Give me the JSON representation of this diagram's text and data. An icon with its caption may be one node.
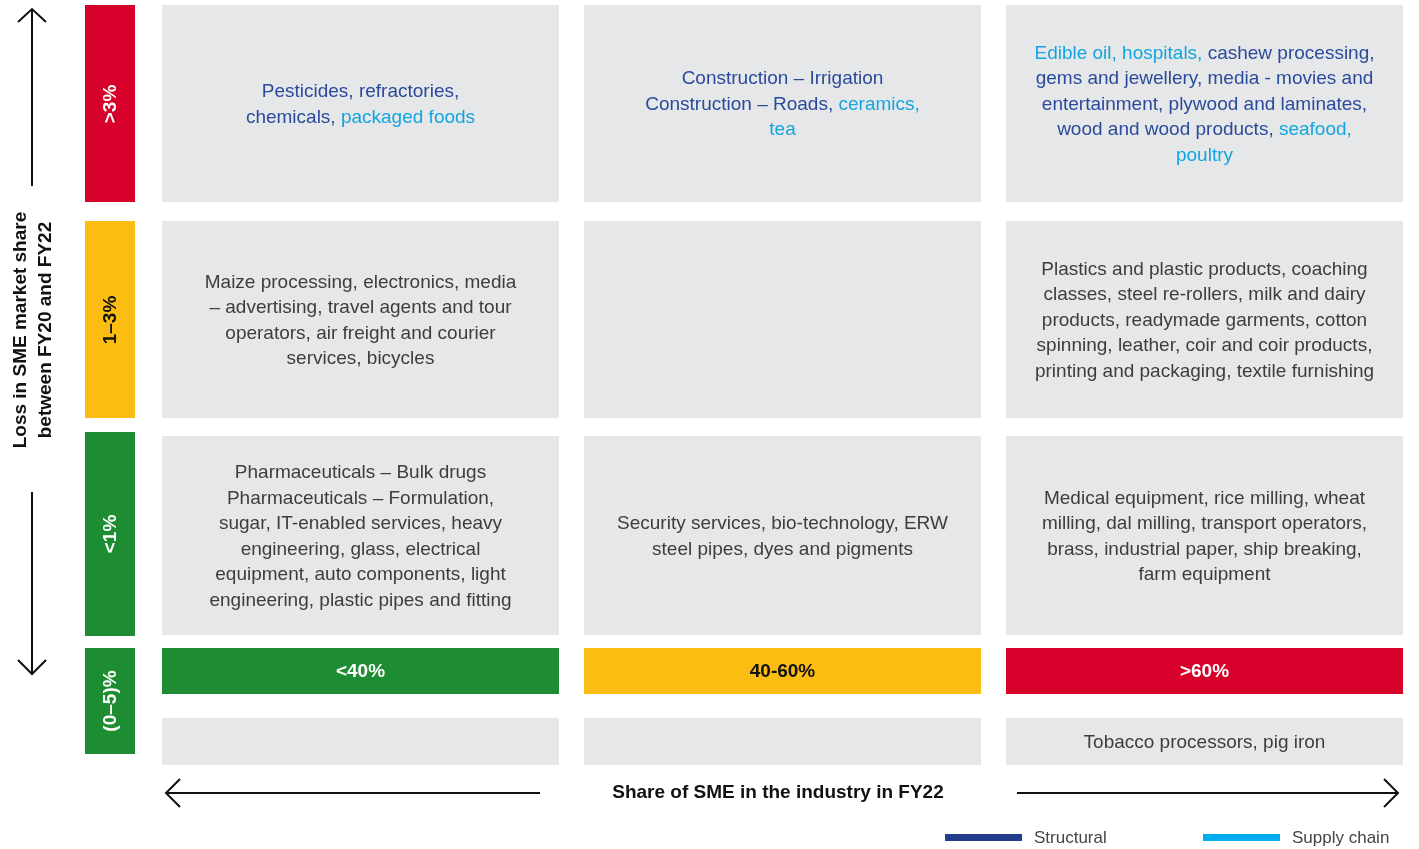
{
  "diagram": {
    "nodes": [
      {
        "text": [
          ">3%"
        ]
      },
      {
        "text": [
          "Pesticides, refractories, chemicals,",
          "packaged foods"
        ]
      },
      {
        "text": [
          "Construction – Irrigation Construction – Roads,",
          "ceramics, tea"
        ]
      },
      {
        "text": [
          "Edible oil, hospitals,",
          "cashew processing, gems and jewellery, media - movies and entertainment, plywood and laminates, wood and wood products,",
          "seafood, poultry"
        ]
      },
      {
        "text": [
          "1–3%"
        ]
      },
      {
        "text": [
          "Maize processing, electronics, media – advertising, travel agents and tour operators, air freight and courier services, bicycles"
        ]
      },
      {
        "text": [],
        "shape": "box"
      },
      {
        "text": [
          "Plastics and plastic products, coaching classes, steel re-rollers, milk and dairy products, readymade garments, cotton spinning, leather, coir and coir products, printing and packaging, textile furnishing"
        ]
      },
      {
        "text": [
          "<1%"
        ]
      },
      {
        "text": [
          "Pharmaceuticals – Bulk drugs Pharmaceuticals – Formulation, sugar, IT-enabled services, heavy engineering, glass, electrical equipment, auto components, light engineering, plastic pipes and fitting"
        ]
      },
      {
        "text": [
          "Security services, bio-technology, ERW steel pipes, dyes and pigments"
        ]
      },
      {
        "text": [
          "Medical equipment, rice milling, wheat milling, dal milling, transport operators, brass, industrial paper, ship breaking, farm equipment"
        ]
      },
      {
        "text": [
          "(0–5)%"
        ]
      },
      {
        "text": [
          "<40%"
        ]
      },
      {
        "text": [
          "40-60%"
        ]
      },
      {
        "text": [
          ">60%"
        ]
      },
      {
        "text": [],
        "shape": "box"
      },
      {
        "text": [],
        "shape": "box"
      },
      {
        "text": [
          "Tobacco processors, pig iron"
        ]
      }
    ],
    "labels": [
      "Loss in SME market share between FY20 and FY22",
      "Share of SME in the industry in FY22"
    ],
    "legend": [
      {
        "text": "Structural",
        "color": "#233e8b"
      },
      {
        "text": "Supply chain",
        "color": "#00aeef"
      }
    ]
  }
}
